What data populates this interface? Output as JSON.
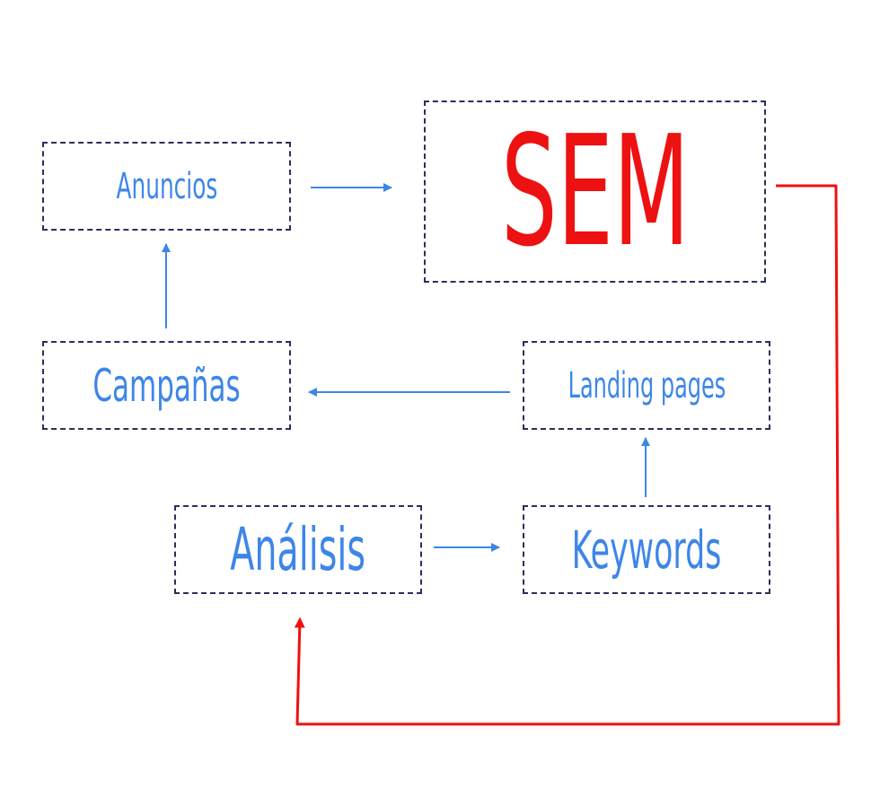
{
  "nodes": {
    "anuncios": "Anuncios",
    "sem": "SEM",
    "campanas": "Campañas",
    "landing_pages": "Landing pages",
    "analisis": "Análisis",
    "keywords": "Keywords"
  },
  "colors": {
    "node_text": "#3d86e8",
    "sem_text": "#ee1111",
    "box_border": "#2b2f5e",
    "flow_arrow": "#3d86e8",
    "feedback_arrow": "#ee1111"
  },
  "edges": [
    {
      "from": "anuncios",
      "to": "sem"
    },
    {
      "from": "campanas",
      "to": "anuncios"
    },
    {
      "from": "landing_pages",
      "to": "campanas"
    },
    {
      "from": "keywords",
      "to": "landing_pages"
    },
    {
      "from": "analisis",
      "to": "keywords"
    },
    {
      "from": "sem",
      "to": "analisis"
    }
  ]
}
